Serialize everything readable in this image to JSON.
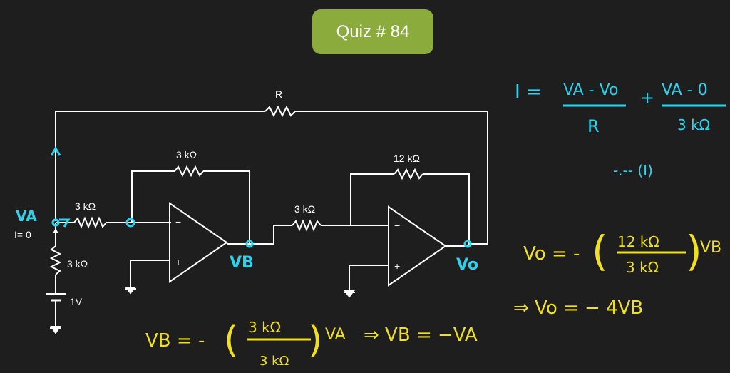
{
  "quiz": {
    "title": "Quiz # 84",
    "badge_color": "#8bac3c"
  },
  "colors": {
    "background": "#1e1e1e",
    "wire": "#ffffff",
    "cyan": "#29d4f0",
    "yellow": "#f0e020"
  },
  "circuit": {
    "resistor_feedback": "R",
    "resistor_top_left": "3 kΩ",
    "resistor_top_right": "12 kΩ",
    "resistor_input_va": "3 kΩ",
    "resistor_middle": "3 kΩ",
    "resistor_bottom": "3 kΩ",
    "source_voltage": "1V",
    "node_current": "I= 0",
    "opamp_minus": "−",
    "opamp_plus": "+"
  },
  "annotations": {
    "node_va": "VA",
    "node_vb": "VB",
    "node_vo": "Vo",
    "eq_current": {
      "lhs": "I =",
      "frac1_num": "VA - Vo",
      "frac1_den": "R",
      "plus": "+",
      "frac2_num": "VA - 0",
      "frac2_den": "3 kΩ",
      "tag": "-.-- (I)"
    },
    "eq_vo_gain": {
      "lhs": "Vo = -",
      "num": "12 kΩ",
      "den": "3 kΩ",
      "rhs": "VB"
    },
    "eq_vo_result": "⇒ Vo = − 4VB",
    "eq_vb": {
      "lhs": "VB = -",
      "num": "3 kΩ",
      "den": "3 kΩ",
      "rhs": "VA",
      "result": "⇒ VB = −VA"
    }
  }
}
